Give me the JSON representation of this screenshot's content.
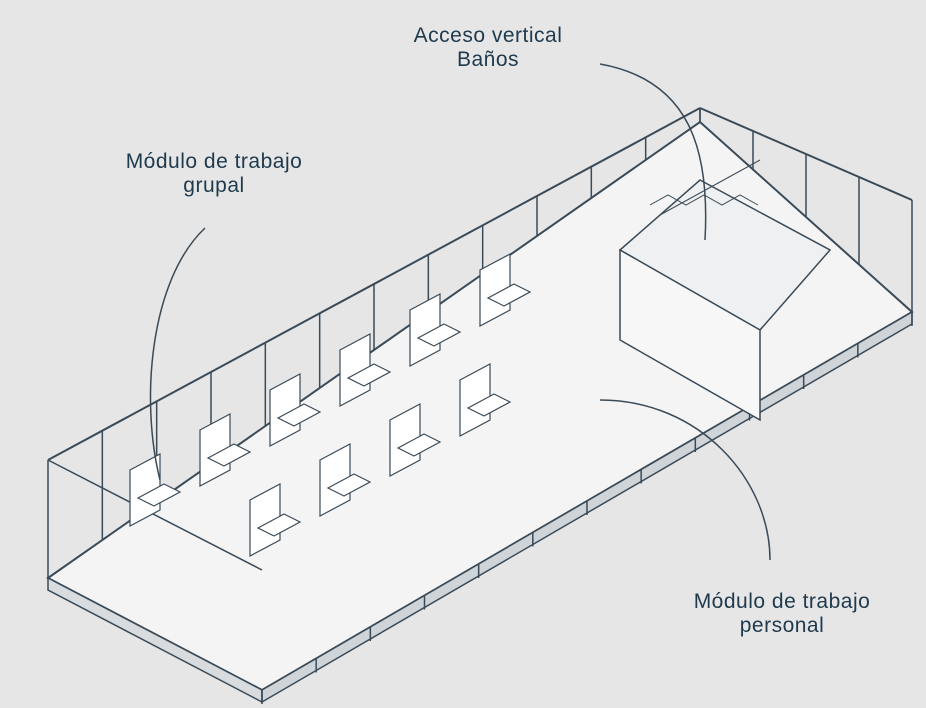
{
  "labels": {
    "vertical_access": {
      "line1": "Acceso vertical",
      "line2": "Baños"
    },
    "group_module": {
      "line1": "Módulo de trabajo",
      "line2": "grupal"
    },
    "personal_module": {
      "line1": "Módulo de trabajo",
      "line2": "personal"
    }
  },
  "colors": {
    "background": "#e6e6e6",
    "line": "#3a4a57",
    "text": "#1f3a4d",
    "floor": "#f4f4f4"
  }
}
